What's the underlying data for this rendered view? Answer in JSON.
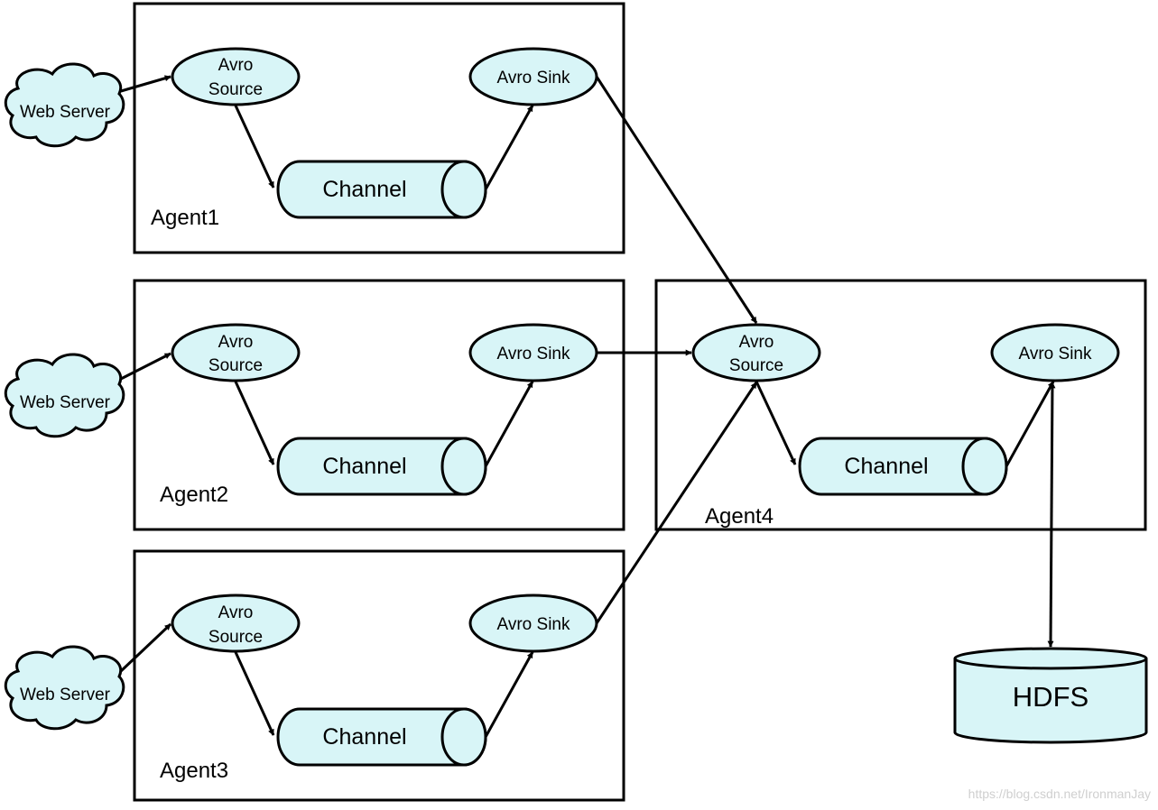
{
  "colors": {
    "node_fill": "#d8f5f7",
    "stroke": "#000000",
    "background": "#ffffff",
    "watermark": "#cfcfcf"
  },
  "web_server_label": "Web Server",
  "avro_source": [
    "Avro",
    "Source"
  ],
  "avro_sink": "Avro Sink",
  "channel": "Channel",
  "agents": {
    "agent1": "Agent1",
    "agent2": "Agent2",
    "agent3": "Agent3",
    "agent4": "Agent4"
  },
  "hdfs": "HDFS",
  "watermark": "https://blog.csdn.net/IronmanJay"
}
